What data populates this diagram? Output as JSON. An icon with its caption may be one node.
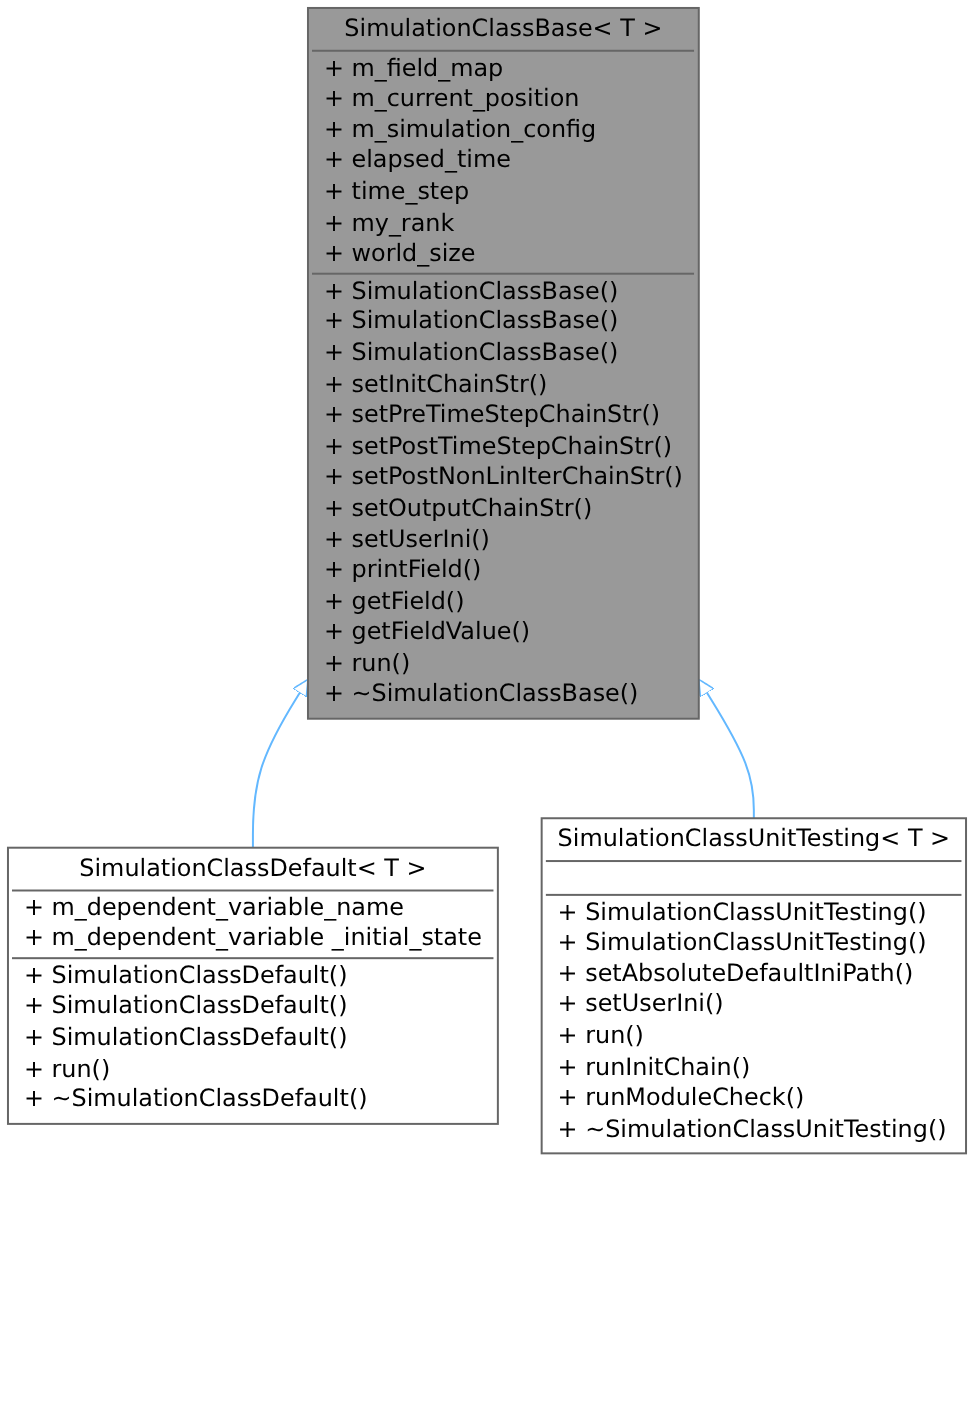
{
  "diagram": {
    "nodes": [
      {
        "text": [
          "SimulationClassBase< T >",
          "+ m_field_map",
          "+ m_current_position",
          "+ m_simulation_config",
          "+ elapsed_time",
          "+ time_step",
          "+ my_rank",
          "+ world_size",
          "+ SimulationClassBase()",
          "+ SimulationClassBase()",
          "+ SimulationClassBase()",
          "+ setInitChainStr()",
          "+ setPreTimeStepChainStr()",
          "+ setPostTimeStepChainStr()",
          "+ setPostNonLinIterChainStr()",
          "+ setOutputChainStr()",
          "+ setUserIni()",
          "+ printField()",
          "+ getField()",
          "+ getFieldValue()",
          "+ run()",
          "+ ~SimulationClassBase()"
        ]
      },
      {
        "text": [
          "SimulationClassDefault< T >",
          "+ m_dependent_variable_name",
          "+ m_dependent_variable _initial_state",
          "+ SimulationClassDefault()",
          "+ SimulationClassDefault()",
          "+ SimulationClassDefault()",
          "+ run()",
          "+ ~SimulationClassDefault()"
        ]
      },
      {
        "text": [
          "SimulationClassUnitTesting< T >",
          "+ SimulationClassUnitTesting()",
          "+ SimulationClassUnitTesting()",
          "+ setAbsoluteDefaultIniPath()",
          "+ setUserIni()",
          "+ run()",
          "+ runInitChain()",
          "+ runModuleCheck()",
          "+ ~SimulationClassUnitTesting()"
        ]
      }
    ],
    "edges": [
      {
        "from": 1,
        "to": 0,
        "arrow": "to"
      },
      {
        "from": 2,
        "to": 0,
        "arrow": "to"
      }
    ]
  }
}
